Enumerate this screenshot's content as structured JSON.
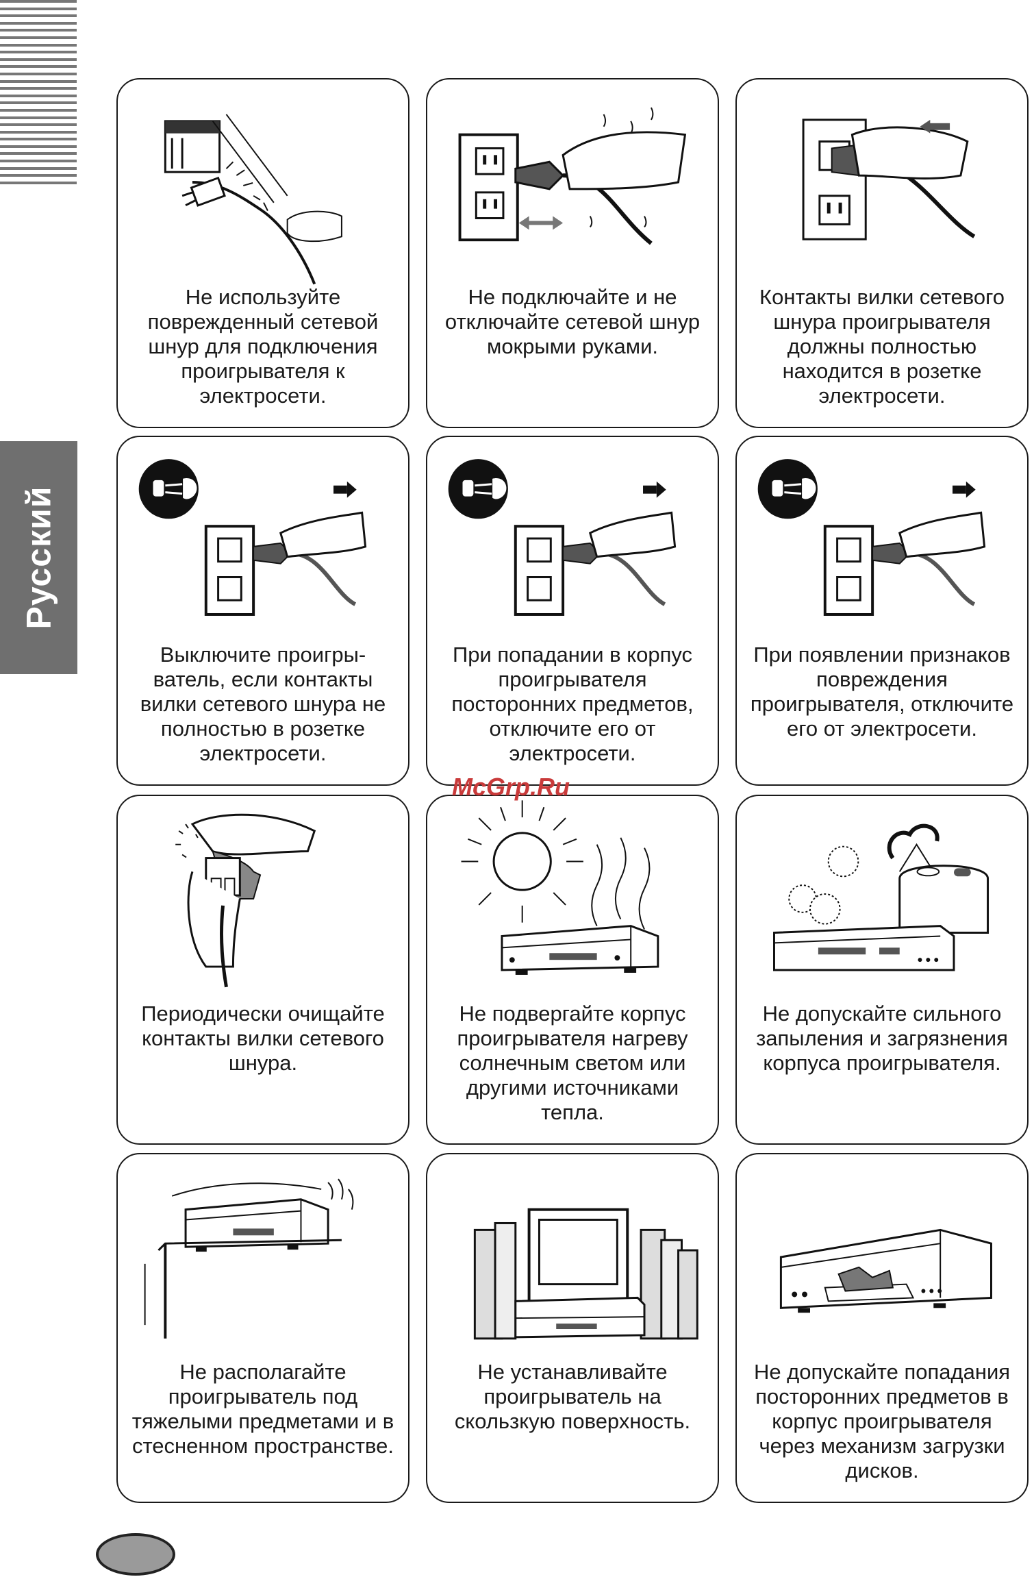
{
  "sidebar": {
    "language_tab": "Русский"
  },
  "watermark": "McGrp.Ru",
  "cards": [
    {
      "icon": "damaged-cord-icon",
      "text": "Не используйте поврежденный сетевой шнур для подключения проигрывателя к электросети."
    },
    {
      "icon": "wet-hands-plug-icon",
      "text": "Не подключайте и не отключайте сетевой шнур мокрыми руками."
    },
    {
      "icon": "plug-fully-inserted-icon",
      "text": "Контакты вилки сетевого шнура проигрывателя должны полностью находится в розетке электросети."
    },
    {
      "icon": "unplug-loose-plug-icon",
      "text": "Выключите проигры-ватель, если контакты вилки сетевого шнура не полностью в розетке электросети."
    },
    {
      "icon": "unplug-foreign-object-icon",
      "text": "При попадании в корпус проигрывателя посторонних предметов, отключите его от электросети."
    },
    {
      "icon": "unplug-damage-icon",
      "text": "При появлении признаков повреждения проигрывателя,  отключите его от электросети."
    },
    {
      "icon": "clean-plug-icon",
      "text": "Периодически очищайте контакты вилки сетевого шнура."
    },
    {
      "icon": "sun-heat-icon",
      "text": "Не подвергайте корпус проигрывателя нагреву солнечным светом  или другими источниками тепла."
    },
    {
      "icon": "dust-humidifier-icon",
      "text": "Не допускайте сильного запыления и загрязнения корпуса проигрывателя."
    },
    {
      "icon": "heavy-object-icon",
      "text": "Не располагайте проигрыватель под тяжелыми предметами и в стесненном пространстве."
    },
    {
      "icon": "slippery-surface-icon",
      "text": "Не устанавливайте проигрыватель на скользкую поверхность."
    },
    {
      "icon": "disc-tray-object-icon",
      "text": "Не допускайте попадания посторонних предметов в корпус проигрывателя через механизм загрузки дисков."
    }
  ]
}
